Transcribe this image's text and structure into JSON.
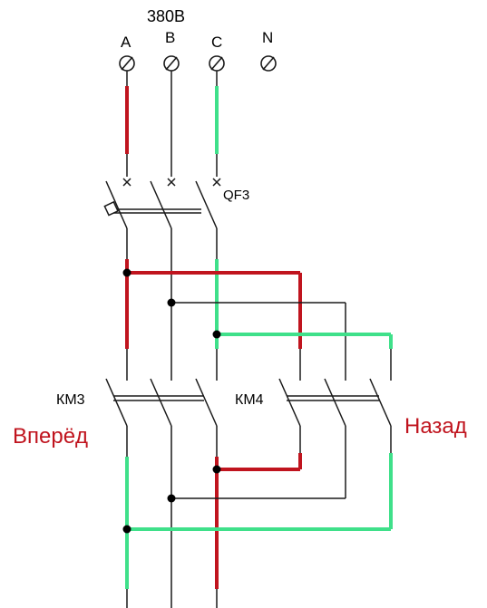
{
  "voltage": "380В",
  "phases": [
    "A",
    "B",
    "C",
    "N"
  ],
  "breaker": "QF3",
  "contactor_forward": "КМ3",
  "contactor_reverse": "КМ4",
  "label_forward": "Вперёд",
  "label_reverse": "Назад",
  "colors": {
    "line": "#1a1a1a",
    "red": "#c0141e",
    "green": "#3fe08a",
    "label_red": "#c0141e"
  }
}
